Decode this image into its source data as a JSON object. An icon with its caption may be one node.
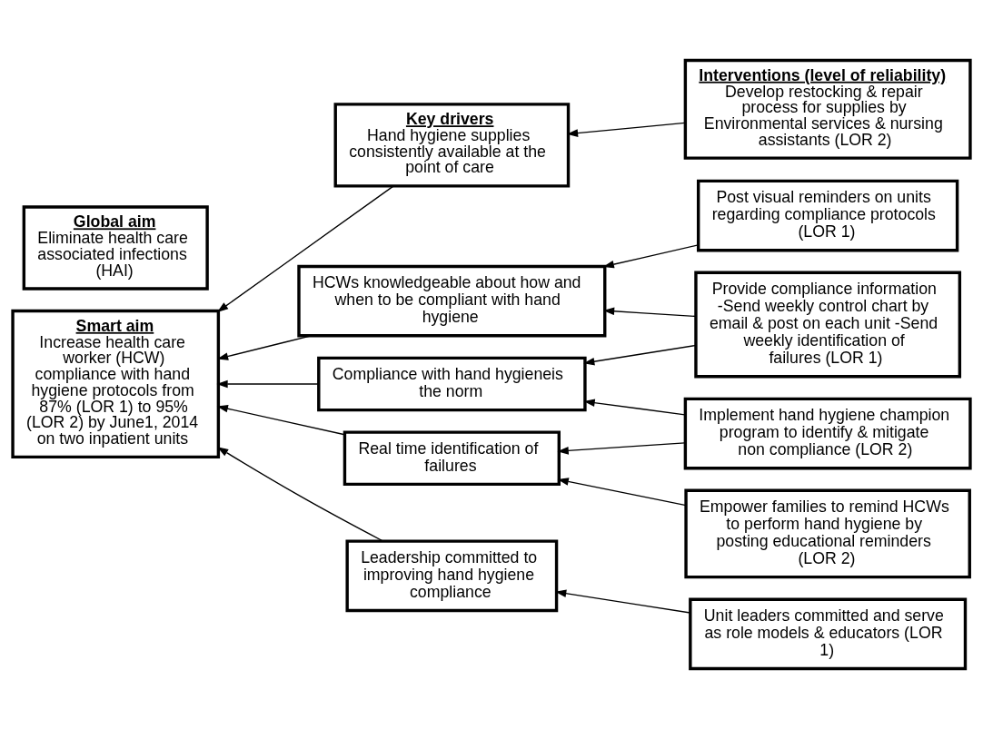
{
  "diagram": {
    "nodes": [
      {
        "text": [
          "Smart aim",
          "Increase health care worker (HCW) compliance with hand hygiene protocols from 87% (LOR 1) to 95% (LOR 2) by June1, 2014 on two inpatient units"
        ]
      },
      {
        "text": [
          "Global aim",
          "Eliminate health care associated infections (HAI)"
        ]
      },
      {
        "text": [
          "Key drivers",
          "Hand hygiene supplies consistently available at the point of care"
        ]
      },
      {
        "text": [
          "HCWs knowledgeable about how and when to be compliant with hand hygiene"
        ]
      },
      {
        "text": [
          "Compliance with hand hygieneis the norm"
        ]
      },
      {
        "text": [
          "Real time identification of failures"
        ]
      },
      {
        "text": [
          "Leadership committed to improving hand hygiene compliance"
        ]
      },
      {
        "text": [
          "Interventions (level of reliability)",
          "Develop restocking & repair process for supplies by Environmental services & nursing assistants (LOR 2)"
        ]
      },
      {
        "text": [
          "Post visual reminders on units regarding compliance protocols (LOR 1)"
        ]
      },
      {
        "text": [
          "Provide compliance information -Send weekly control chart by email & post on each unit -Send weekly identification of failures (LOR 1)"
        ]
      },
      {
        "text": [
          "Implement hand hygiene champion program to identify & mitigate non compliance (LOR 2)"
        ]
      },
      {
        "text": [
          "Empower families to remind HCWs to perform hand hygiene by posting educational reminders (LOR 2)"
        ]
      },
      {
        "text": [
          "Unit leaders committed and serve as role models & educators (LOR 1)"
        ]
      }
    ],
    "edges": [
      {
        "from": 2,
        "to": 0,
        "arrow": "to"
      },
      {
        "from": 3,
        "to": 0,
        "arrow": "to"
      },
      {
        "from": 4,
        "to": 0,
        "arrow": "to"
      },
      {
        "from": 5,
        "to": 0,
        "arrow": "to"
      },
      {
        "from": 6,
        "to": 0,
        "arrow": "to"
      },
      {
        "from": 7,
        "to": 2,
        "arrow": "to"
      },
      {
        "from": 8,
        "to": 3,
        "arrow": "to"
      },
      {
        "from": 9,
        "to": 3,
        "arrow": "to"
      },
      {
        "from": 9,
        "to": 4,
        "arrow": "to"
      },
      {
        "from": 10,
        "to": 4,
        "arrow": "to"
      },
      {
        "from": 10,
        "to": 5,
        "arrow": "to"
      },
      {
        "from": 11,
        "to": 5,
        "arrow": "to"
      },
      {
        "from": 12,
        "to": 6,
        "arrow": "to"
      }
    ]
  }
}
